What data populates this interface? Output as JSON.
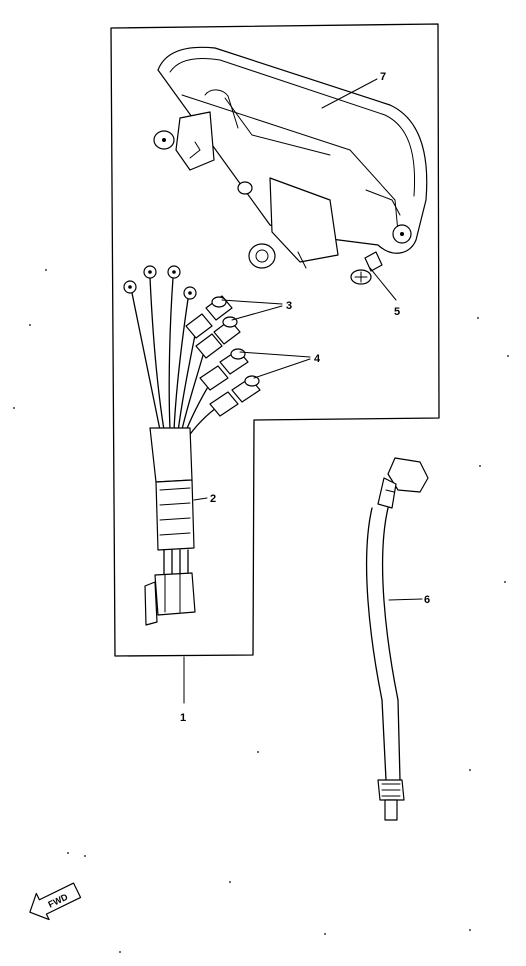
{
  "callouts": [
    {
      "id": "1",
      "label": "1"
    },
    {
      "id": "2",
      "label": "2"
    },
    {
      "id": "3",
      "label": "3"
    },
    {
      "id": "4",
      "label": "4"
    },
    {
      "id": "5",
      "label": "5"
    },
    {
      "id": "6",
      "label": "6"
    },
    {
      "id": "7",
      "label": "7"
    }
  ],
  "fwd_badge": {
    "text": "FWD"
  }
}
